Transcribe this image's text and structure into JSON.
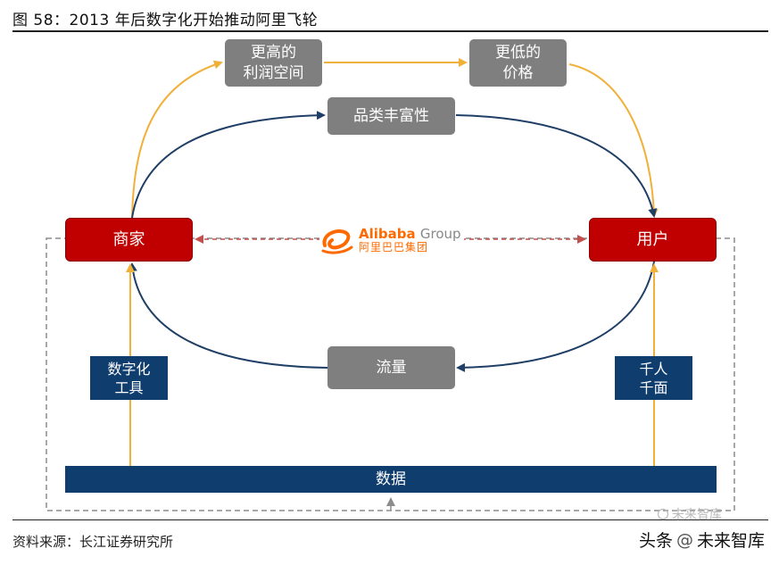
{
  "figure": {
    "title": "图 58：2013 年后数字化开始推动阿里飞轮",
    "source": "资料来源：长江证券研究所"
  },
  "nodes": {
    "higher_margin": "更高的\n利润空间",
    "lower_price": "更低的\n价格",
    "variety": "品类丰富性",
    "merchant": "商家",
    "user": "用户",
    "traffic": "流量",
    "digital_tools": "数字化\n工具",
    "personalized": "千人\n千面",
    "data": "数据"
  },
  "logo": {
    "en_main": "Alibaba",
    "en_group": "Group",
    "cn": "阿里巴巴集团"
  },
  "watermark": {
    "prefix": "头条",
    "at": "@",
    "name": "未来智库"
  },
  "colors": {
    "gold_arrow": "#f0b03a",
    "navy_arrow": "#1f3f66",
    "red_dashed": "#c0504d",
    "gray_dashed": "#8c8c8c",
    "merchant_user_fill": "#c00000",
    "label_fill": "#0f3d6e",
    "gray_box": "#7f7f7f"
  }
}
